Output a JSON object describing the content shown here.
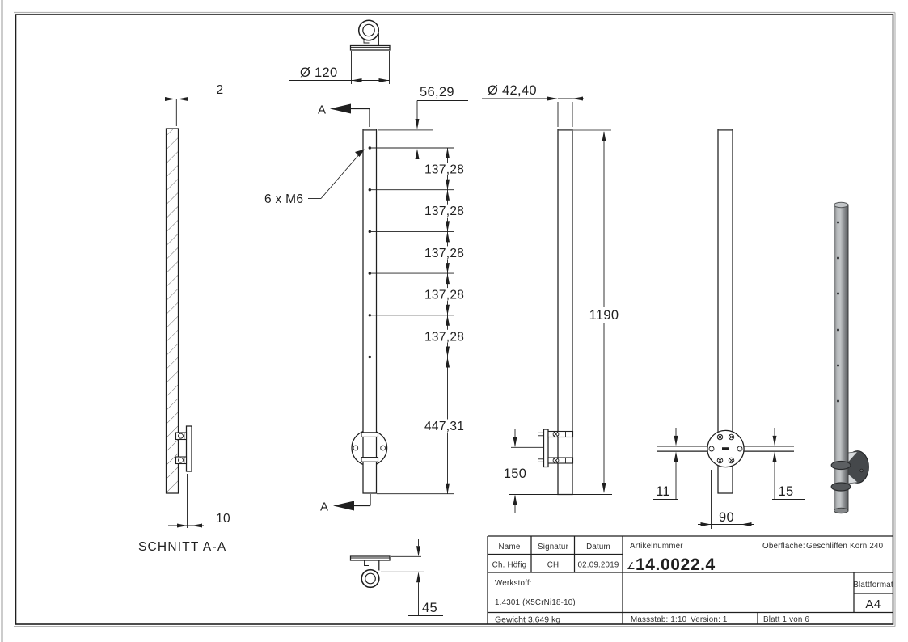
{
  "drawing": {
    "section_view": {
      "label": "SCHNITT A-A",
      "dim_wall_thickness": "2",
      "dim_plate_thickness": "10"
    },
    "front_view": {
      "section_marker": "A",
      "hole_callout": "6 x M6",
      "dim_plate_diameter": "Ø 120",
      "dim_first_hole": "56,29",
      "dim_hole_spacing": [
        "137,28",
        "137,28",
        "137,28",
        "137,28",
        "137,28"
      ],
      "dim_bottom_section": "447,31",
      "dim_fitting_height": "45"
    },
    "side_view": {
      "dim_tube_diameter": "Ø 42,40",
      "dim_total_height": "1190",
      "dim_bracket_height": "150"
    },
    "back_view": {
      "dim_left_plate": "11",
      "dim_flange_width": "90",
      "dim_right_plate": "15"
    }
  },
  "title_block": {
    "name_label": "Name",
    "signatur_label": "Signatur",
    "datum_label": "Datum",
    "name": "Ch. Höfig",
    "signatur": "CH",
    "datum": "02.09.2019",
    "artikelnummer_label": "Artikelnummer",
    "angle_symbol": "∠",
    "artikelnummer": "14.0022.4",
    "oberflaeche_label": "Oberfläche:",
    "oberflaeche_value": "Geschliffen Korn 240",
    "werkstoff_label": "Werkstoff:",
    "werkstoff_value": "1.4301 (X5CrNi18-10)",
    "blattformat_label": "Blattformat",
    "blattformat_value": "A4",
    "gewicht": "Gewicht 3.649 kg",
    "massstab": "Massstab: 1:10",
    "version": "Version: 1",
    "blatt": "Blatt 1 von 6"
  },
  "colors": {
    "line": "#1f1f1f",
    "extension_gray": "#8d8d8d",
    "metal_light": "#c2c5c7",
    "metal_mid": "#8d9093",
    "metal_dark": "#45484b"
  }
}
